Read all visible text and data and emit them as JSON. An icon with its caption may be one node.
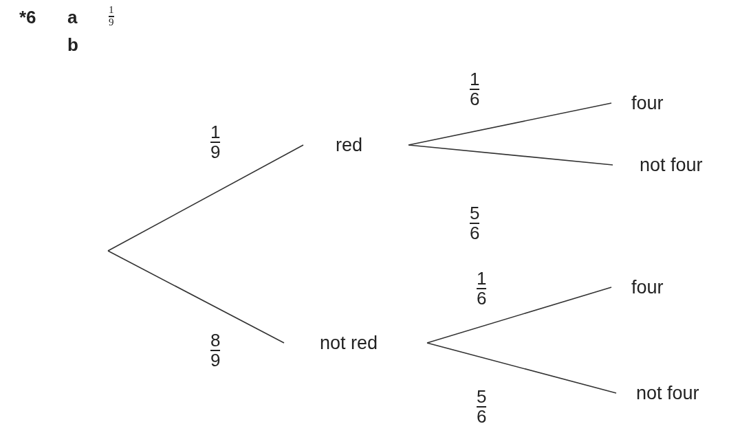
{
  "diagram": {
    "nodes": [
      {
        "text": [
          "red"
        ]
      },
      {
        "text": [
          "not red"
        ]
      },
      {
        "text": [
          "four"
        ]
      },
      {
        "text": [
          "not four"
        ]
      },
      {
        "text": [
          "four"
        ]
      },
      {
        "text": [
          "not four"
        ]
      }
    ],
    "edges": [
      {
        "from": null,
        "to": 0,
        "arrow": "none",
        "label": "1 9"
      },
      {
        "from": null,
        "to": 1,
        "arrow": "none",
        "label": "8 9"
      },
      {
        "from": 0,
        "to": 2,
        "arrow": "none",
        "label": "1 6"
      },
      {
        "from": 0,
        "to": 3,
        "arrow": "none",
        "label": "5 6"
      },
      {
        "from": 1,
        "to": 4,
        "arrow": "none",
        "label": "1 6"
      },
      {
        "from": 1,
        "to": 5,
        "arrow": "none",
        "label": "5 6"
      }
    ],
    "labels": [
      "*6",
      "a",
      "1 9",
      "b"
    ]
  }
}
